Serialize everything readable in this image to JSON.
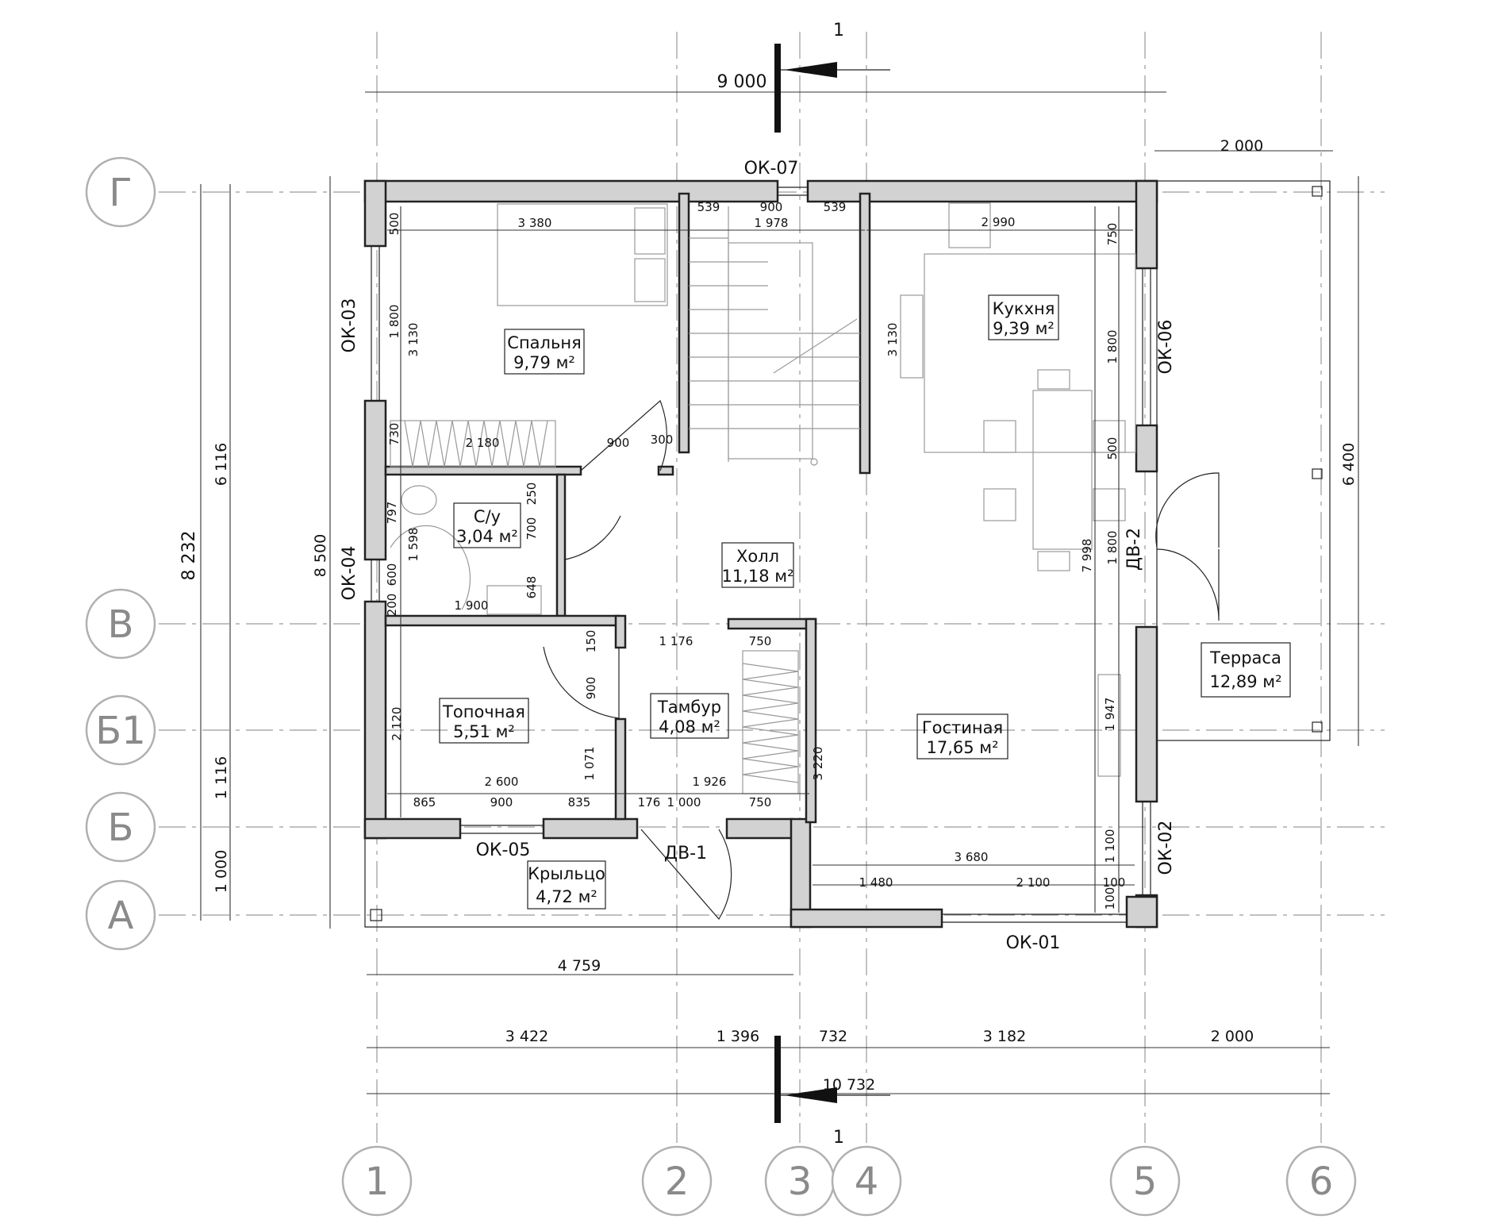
{
  "axes": {
    "columns": [
      "1",
      "2",
      "3",
      "4",
      "5",
      "6"
    ],
    "rows": [
      "Г",
      "В",
      "Б1",
      "Б",
      "А"
    ]
  },
  "section_mark": "1",
  "overall": {
    "width_top": "9 000",
    "terrace_top": "2 000",
    "height_total": "8 232",
    "height_upper": "6 116",
    "height_mid": "1 116",
    "height_lower": "1 000",
    "building_height": "8 500",
    "terrace_height": "6 400",
    "porch_width": "4 759",
    "width_bottom": "10 732"
  },
  "bottom_chain": [
    "3 422",
    "1 396",
    "732",
    "3 182",
    "2 000"
  ],
  "rooms": [
    {
      "name": "Спальня",
      "area": "9,79 м²"
    },
    {
      "name": "Кукхня",
      "area": "9,39 м²"
    },
    {
      "name": "С/у",
      "area": "3,04 м²"
    },
    {
      "name": "Холл",
      "area": "11,18 м²"
    },
    {
      "name": "Топочная",
      "area": "5,51 м²"
    },
    {
      "name": "Тамбур",
      "area": "4,08 м²"
    },
    {
      "name": "Гостиная",
      "area": "17,65 м²"
    },
    {
      "name": "Терраса",
      "area": "12,89 м²"
    },
    {
      "name": "Крыльцо",
      "area": "4,72 м²"
    }
  ],
  "openings": {
    "ok01": "ОК-01",
    "ok02": "ОК-02",
    "ok03": "ОК-03",
    "ok04": "ОК-04",
    "ok05": "ОК-05",
    "ok06": "ОК-06",
    "ok07": "ОК-07",
    "dv1": "ДВ-1",
    "dv2": "ДВ-2"
  },
  "inner_dims": {
    "d539a": "539",
    "d900a": "900",
    "d539b": "539",
    "d1978": "1 978",
    "d3380": "3 380",
    "d2990": "2 990",
    "d500a": "500",
    "d750a": "750",
    "d1800a": "1 800",
    "d3130a": "3 130",
    "d3130b": "3 130",
    "d1800b": "1 800",
    "d730": "730",
    "d2180": "2 180",
    "d900b": "900",
    "d300": "300",
    "d500b": "500",
    "d797": "797",
    "d1598": "1 598",
    "d250": "250",
    "d700": "700",
    "d648": "648",
    "d600": "600",
    "d200": "200",
    "d1900": "1 900",
    "d7998": "7 998",
    "d1800c": "1 800",
    "d150": "150",
    "d1176": "1 176",
    "d750b": "750",
    "d900c": "900",
    "d2120": "2 120",
    "d1071": "1 071",
    "d3220": "3 220",
    "d1947": "1 947",
    "d2600": "2 600",
    "d1926": "1 926",
    "d865": "865",
    "d900d": "900",
    "d835": "835",
    "d176": "176",
    "d1000": "1 000",
    "d750c": "750",
    "d1100": "1 100",
    "d3680": "3 680",
    "d1480": "1 480",
    "d2100": "2 100",
    "d100a": "100",
    "d100b": "100"
  }
}
